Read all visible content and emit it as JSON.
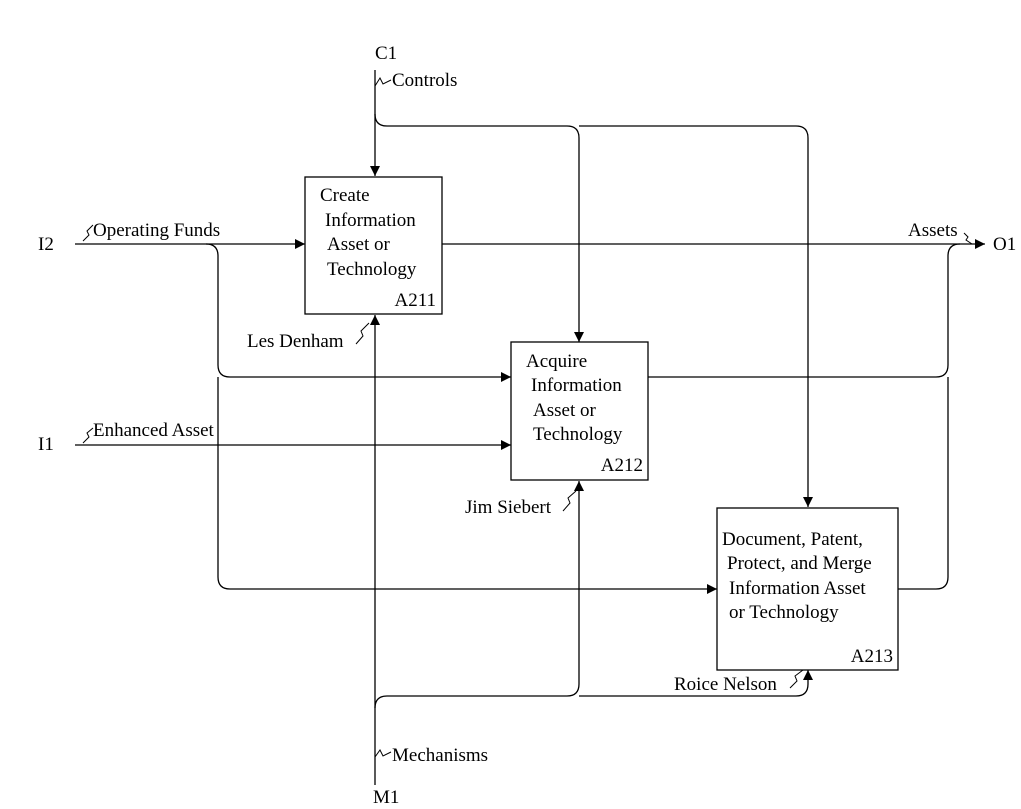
{
  "boundary": {
    "c1": "C1",
    "i2": "I2",
    "i1": "I1",
    "o1": "O1",
    "m1": "M1"
  },
  "arrows": {
    "controls": "Controls",
    "operating_funds": "Operating Funds",
    "enhanced_asset": "Enhanced Asset",
    "assets": "Assets",
    "mechanisms": "Mechanisms",
    "les_denham": "Les Denham",
    "jim_siebert": "Jim Siebert",
    "roice_nelson": "Roice Nelson"
  },
  "boxes": [
    {
      "id": "A211",
      "lines": [
        "Create",
        "Information",
        "Asset or",
        "Technology"
      ]
    },
    {
      "id": "A212",
      "lines": [
        "Acquire",
        "Information",
        "Asset or",
        "Technology"
      ]
    },
    {
      "id": "A213",
      "lines": [
        "Document, Patent,",
        "Protect, and Merge",
        "Information Asset",
        "or Technology"
      ]
    }
  ]
}
